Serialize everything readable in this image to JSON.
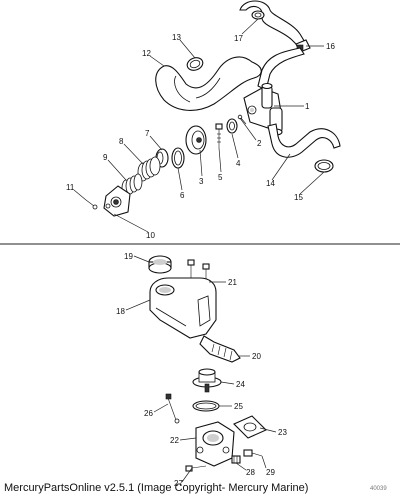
{
  "footer": {
    "copyright": "MercuryPartsOnline v2.5.1 (Image Copyright- Mercury Marine)",
    "figure_number": "40039"
  },
  "callouts": {
    "c1": "1",
    "c2": "2",
    "c3": "3",
    "c4": "4",
    "c5": "5",
    "c6": "6",
    "c7": "7",
    "c8": "8",
    "c9": "9",
    "c10": "10",
    "c11": "11",
    "c12": "12",
    "c13": "13",
    "c14": "14",
    "c15": "15",
    "c16": "16",
    "c17": "17",
    "c18": "18",
    "c19": "19",
    "c20": "20",
    "c21": "21",
    "c22": "22",
    "c23": "23",
    "c24": "24",
    "c25": "25",
    "c26": "26",
    "c27": "27",
    "c28": "28",
    "c29": "29"
  }
}
